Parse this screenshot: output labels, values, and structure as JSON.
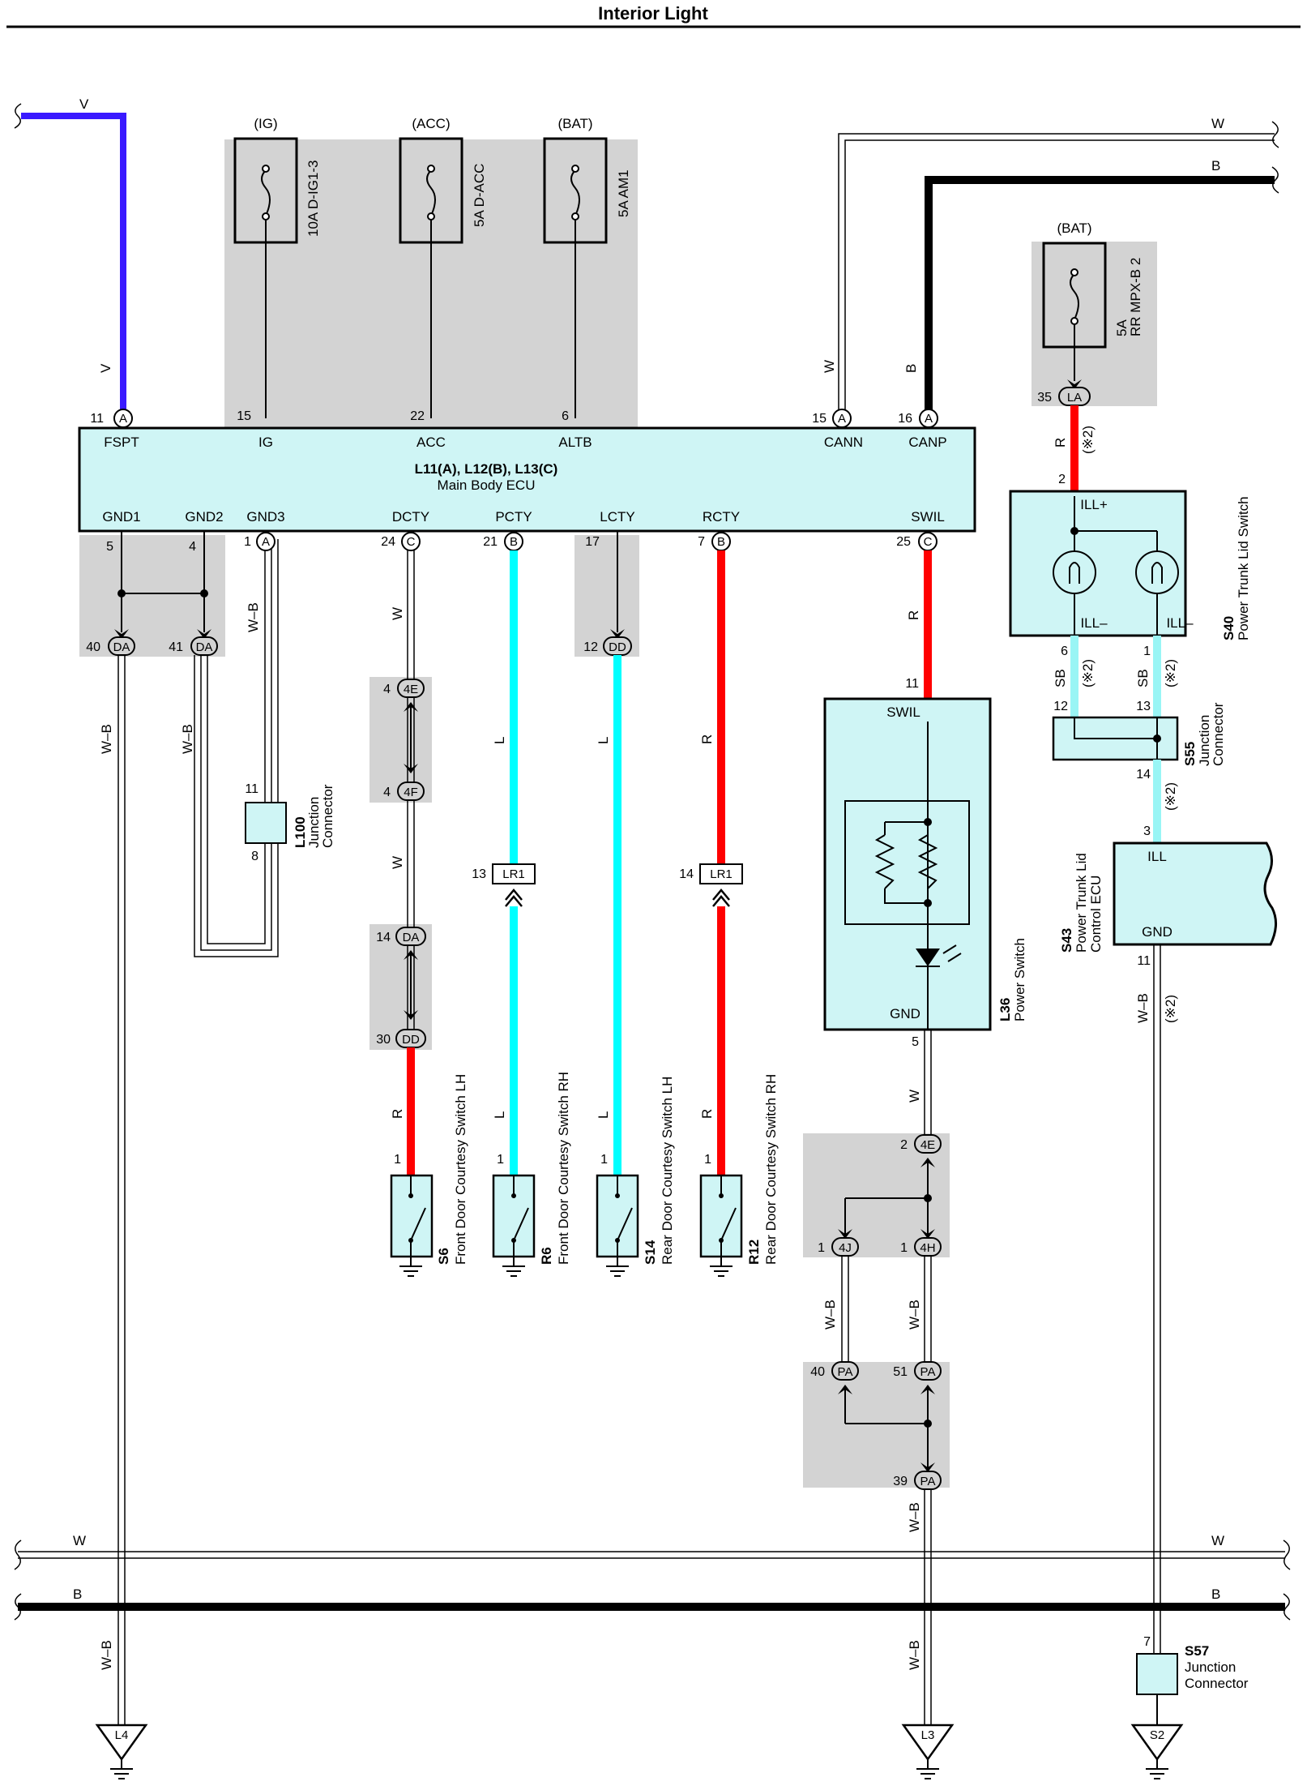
{
  "title": "Interior Light",
  "fuses": [
    {
      "source": "(IG)",
      "label": "10A D-IG1-3",
      "pin": "15",
      "terminal": "IG"
    },
    {
      "source": "(ACC)",
      "label": "5A D-ACC",
      "pin": "22",
      "terminal": "ACC"
    },
    {
      "source": "(BAT)",
      "label": "5A AM1",
      "pin": "6",
      "terminal": "ALTB"
    },
    {
      "source": "(BAT)",
      "label_line1": "5A",
      "label_line2": "RR MPX-B 2"
    }
  ],
  "ecu": {
    "id": "L11(A), L12(B), L13(C)",
    "name": "Main Body ECU",
    "top_terminals": [
      "FSPT",
      "IG",
      "ACC",
      "ALTB",
      "CANN",
      "CANP"
    ],
    "bottom_terminals": [
      "GND1",
      "GND2",
      "GND3",
      "DCTY",
      "PCTY",
      "LCTY",
      "RCTY",
      "SWIL"
    ],
    "top_pins": [
      "11",
      "15",
      "22",
      "6",
      "15",
      "16"
    ],
    "bottom_pins": [
      "5",
      "4",
      "1",
      "24",
      "21",
      "17",
      "7",
      "25"
    ]
  },
  "wire_labels": {
    "v": "V",
    "w": "W",
    "b": "B",
    "wb": "W–B",
    "r": "R",
    "l": "L",
    "sb": "SB",
    "note": "(※2)"
  },
  "connectors": {
    "A": "A",
    "B": "B",
    "C": "C",
    "DA": "DA",
    "DD": "DD",
    "4E": "4E",
    "4F": "4F",
    "LR1": "LR1",
    "LA": "LA",
    "4J": "4J",
    "4H": "4H",
    "PA": "PA"
  },
  "pins": {
    "p40": "40",
    "p41": "41",
    "p1": "1",
    "p11": "11",
    "p8": "8",
    "p4": "4",
    "p14": "14",
    "p30": "30",
    "p12": "12",
    "p13": "13",
    "p2": "2",
    "p51": "51",
    "p39": "39",
    "p35": "35",
    "p6": "6",
    "p3": "3",
    "p7": "7",
    "p5": "5"
  },
  "components": {
    "l100": {
      "id": "L100",
      "name_line1": "Junction",
      "name_line2": "Connector"
    },
    "s6": {
      "id": "S6",
      "name": "Front Door Courtesy Switch LH"
    },
    "r6": {
      "id": "R6",
      "name": "Front Door Courtesy Switch RH"
    },
    "s14": {
      "id": "S14",
      "name": "Rear Door Courtesy Switch LH"
    },
    "r12": {
      "id": "R12",
      "name": "Rear Door Courtesy Switch RH"
    },
    "l36": {
      "id": "L36",
      "name": "Power Switch",
      "top": "SWIL",
      "bottom": "GND"
    },
    "s40": {
      "id": "S40",
      "name": "Power Trunk Lid Switch",
      "ill_plus": "ILL+",
      "ill_minus": "ILL–"
    },
    "s55": {
      "id": "S55",
      "name_line1": "Junction",
      "name_line2": "Connector"
    },
    "s43": {
      "id": "S43",
      "name_line1": "Power Trunk Lid",
      "name_line2": "Control ECU",
      "ill": "ILL",
      "gnd": "GND"
    },
    "s57": {
      "id": "S57",
      "name_line1": "Junction",
      "name_line2": "Connector"
    }
  },
  "grounds": [
    "L4",
    "L3",
    "S2"
  ],
  "colors": {
    "violet": "#3a1aff",
    "cyan": "#00ffff",
    "light_cyan": "#99f5f5",
    "red": "#ff0000",
    "box_fill": "#cff5f5",
    "shade": "#d3d3d3"
  }
}
